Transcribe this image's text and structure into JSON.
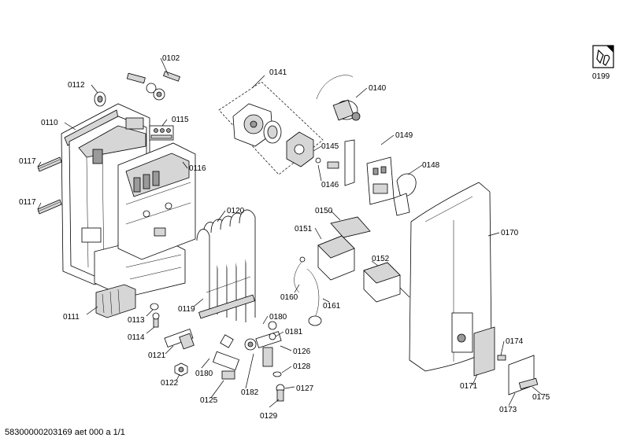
{
  "diagram": {
    "footer": "58300000203169 aet 000 a 1/1",
    "service_code": "0199",
    "labels": {
      "p0102": "0102",
      "p0112": "0112",
      "p0110": "0110",
      "p0115": "0115",
      "p0117a": "0117",
      "p0117b": "0117",
      "p0116": "0116",
      "p0120": "0120",
      "p0141": "0141",
      "p0140": "0140",
      "p0145": "0145",
      "p0146": "0146",
      "p0149": "0149",
      "p0148": "0148",
      "p0150": "0150",
      "p0151": "0151",
      "p0152": "0152",
      "p0170": "0170",
      "p0160": "0160",
      "p0161": "0161",
      "p0111": "0111",
      "p0113": "0113",
      "p0114": "0114",
      "p0119": "0119",
      "p0180a": "0180",
      "p0181": "0181",
      "p0126": "0126",
      "p0128": "0128",
      "p0127": "0127",
      "p0121": "0121",
      "p0180b": "0180",
      "p0122": "0122",
      "p0182": "0182",
      "p0125": "0125",
      "p0129": "0129",
      "p0174": "0174",
      "p0171": "0171",
      "p0173": "0173",
      "p0175": "0175"
    }
  }
}
